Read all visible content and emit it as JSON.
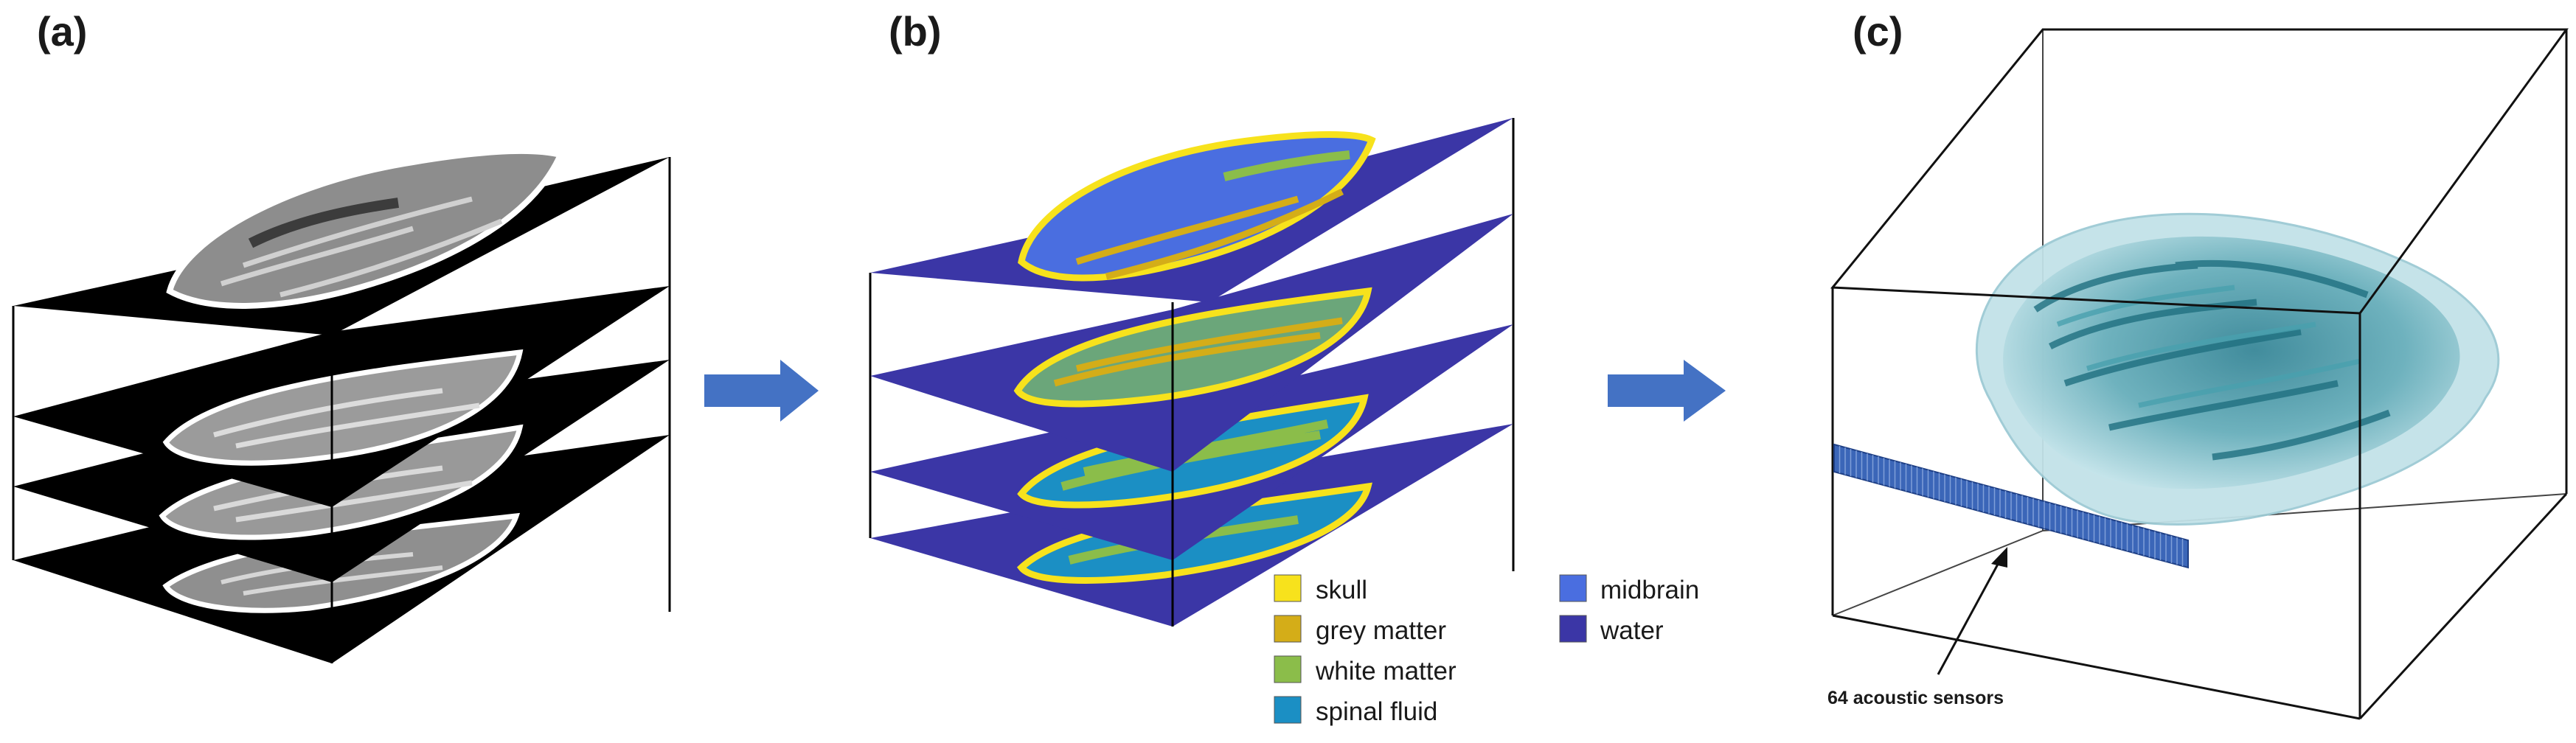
{
  "panels": {
    "a": {
      "label": "(a)"
    },
    "b": {
      "label": "(b)"
    },
    "c": {
      "label": "(c)"
    }
  },
  "legend": {
    "items": [
      {
        "label": "skull",
        "color": "#f7e21c"
      },
      {
        "label": "grey matter",
        "color": "#d4ad18"
      },
      {
        "label": "white matter",
        "color": "#8bbd4a"
      },
      {
        "label": "spinal fluid",
        "color": "#1b8fc4"
      },
      {
        "label": "midbrain",
        "color": "#4a6ee0"
      },
      {
        "label": "water",
        "color": "#3b36a6"
      }
    ]
  },
  "sensors": {
    "label": "64 acoustic sensors",
    "count": 64,
    "color": "#3b66b8"
  },
  "colors": {
    "mri_background": "#000000",
    "water": "#3b36a6",
    "arrow": "#4472c4",
    "brain_fill": "#b9dde3",
    "brain_tissue": "#2e8c9c"
  }
}
